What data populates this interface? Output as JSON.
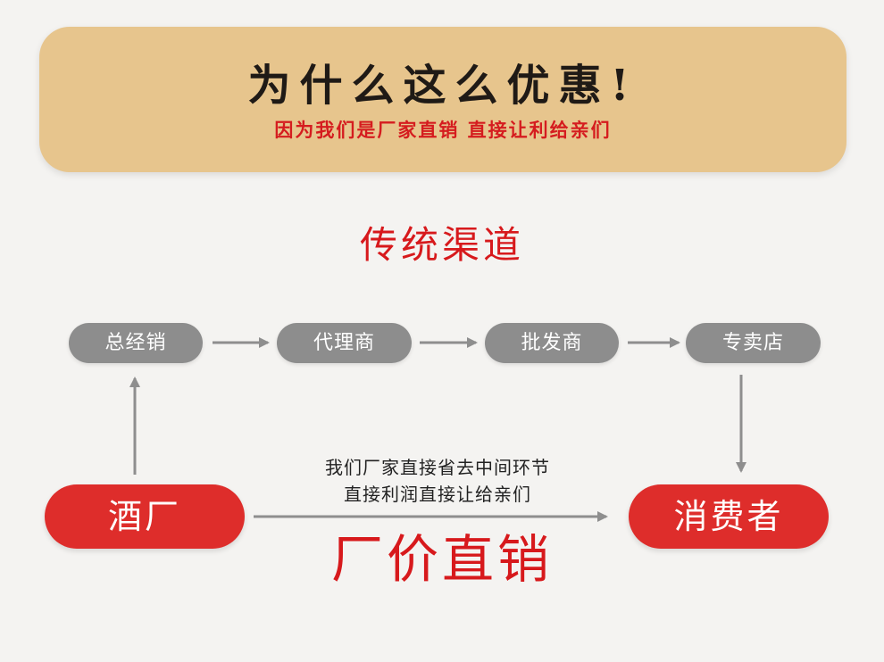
{
  "banner": {
    "title": "为什么这么优惠!",
    "subtitle": "因为我们是厂家直销 直接让利给亲们"
  },
  "traditional_channel": {
    "title": "传统渠道",
    "steps": [
      "总经销",
      "代理商",
      "批发商",
      "专卖店"
    ]
  },
  "nodes": {
    "factory": "酒厂",
    "consumer": "消费者"
  },
  "direct_route": {
    "note_line_1": "我们厂家直接省去中间环节",
    "note_line_2": "直接利润直接让给亲们",
    "title": "厂价直销"
  },
  "colors": {
    "banner_background": "#e7c58d",
    "accent_red": "#d7191c",
    "gray_step": "#8d8d8d",
    "arrow_gray": "#8e8e8e"
  }
}
